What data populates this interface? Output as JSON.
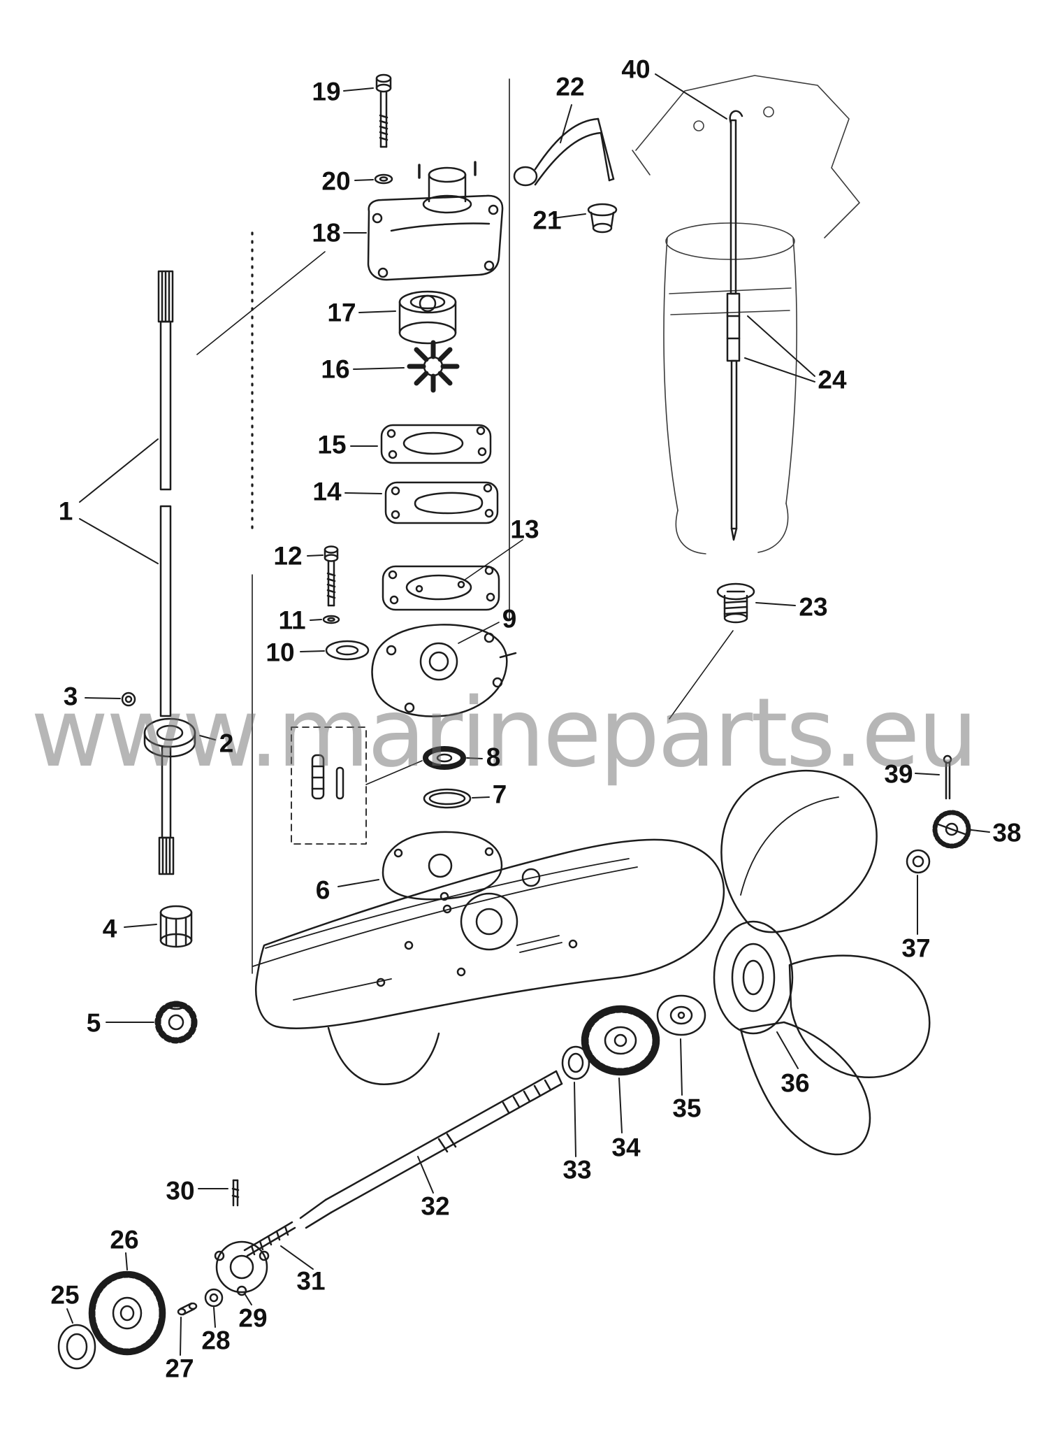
{
  "watermark": {
    "text": "www.marineparts.eu"
  },
  "labels": {
    "l1": "1",
    "l2": "2",
    "l3": "3",
    "l4": "4",
    "l5": "5",
    "l6": "6",
    "l7": "7",
    "l8": "8",
    "l9": "9",
    "l10": "10",
    "l11": "11",
    "l12": "12",
    "l13": "13",
    "l14": "14",
    "l15": "15",
    "l16": "16",
    "l17": "17",
    "l18": "18",
    "l19": "19",
    "l20": "20",
    "l21": "21",
    "l22": "22",
    "l23": "23",
    "l24": "24",
    "l25": "25",
    "l26": "26",
    "l27": "27",
    "l28": "28",
    "l29": "29",
    "l30": "30",
    "l31": "31",
    "l32": "32",
    "l33": "33",
    "l34": "34",
    "l35": "35",
    "l36": "36",
    "l37": "37",
    "l38": "38",
    "l39": "39",
    "l40": "40"
  }
}
